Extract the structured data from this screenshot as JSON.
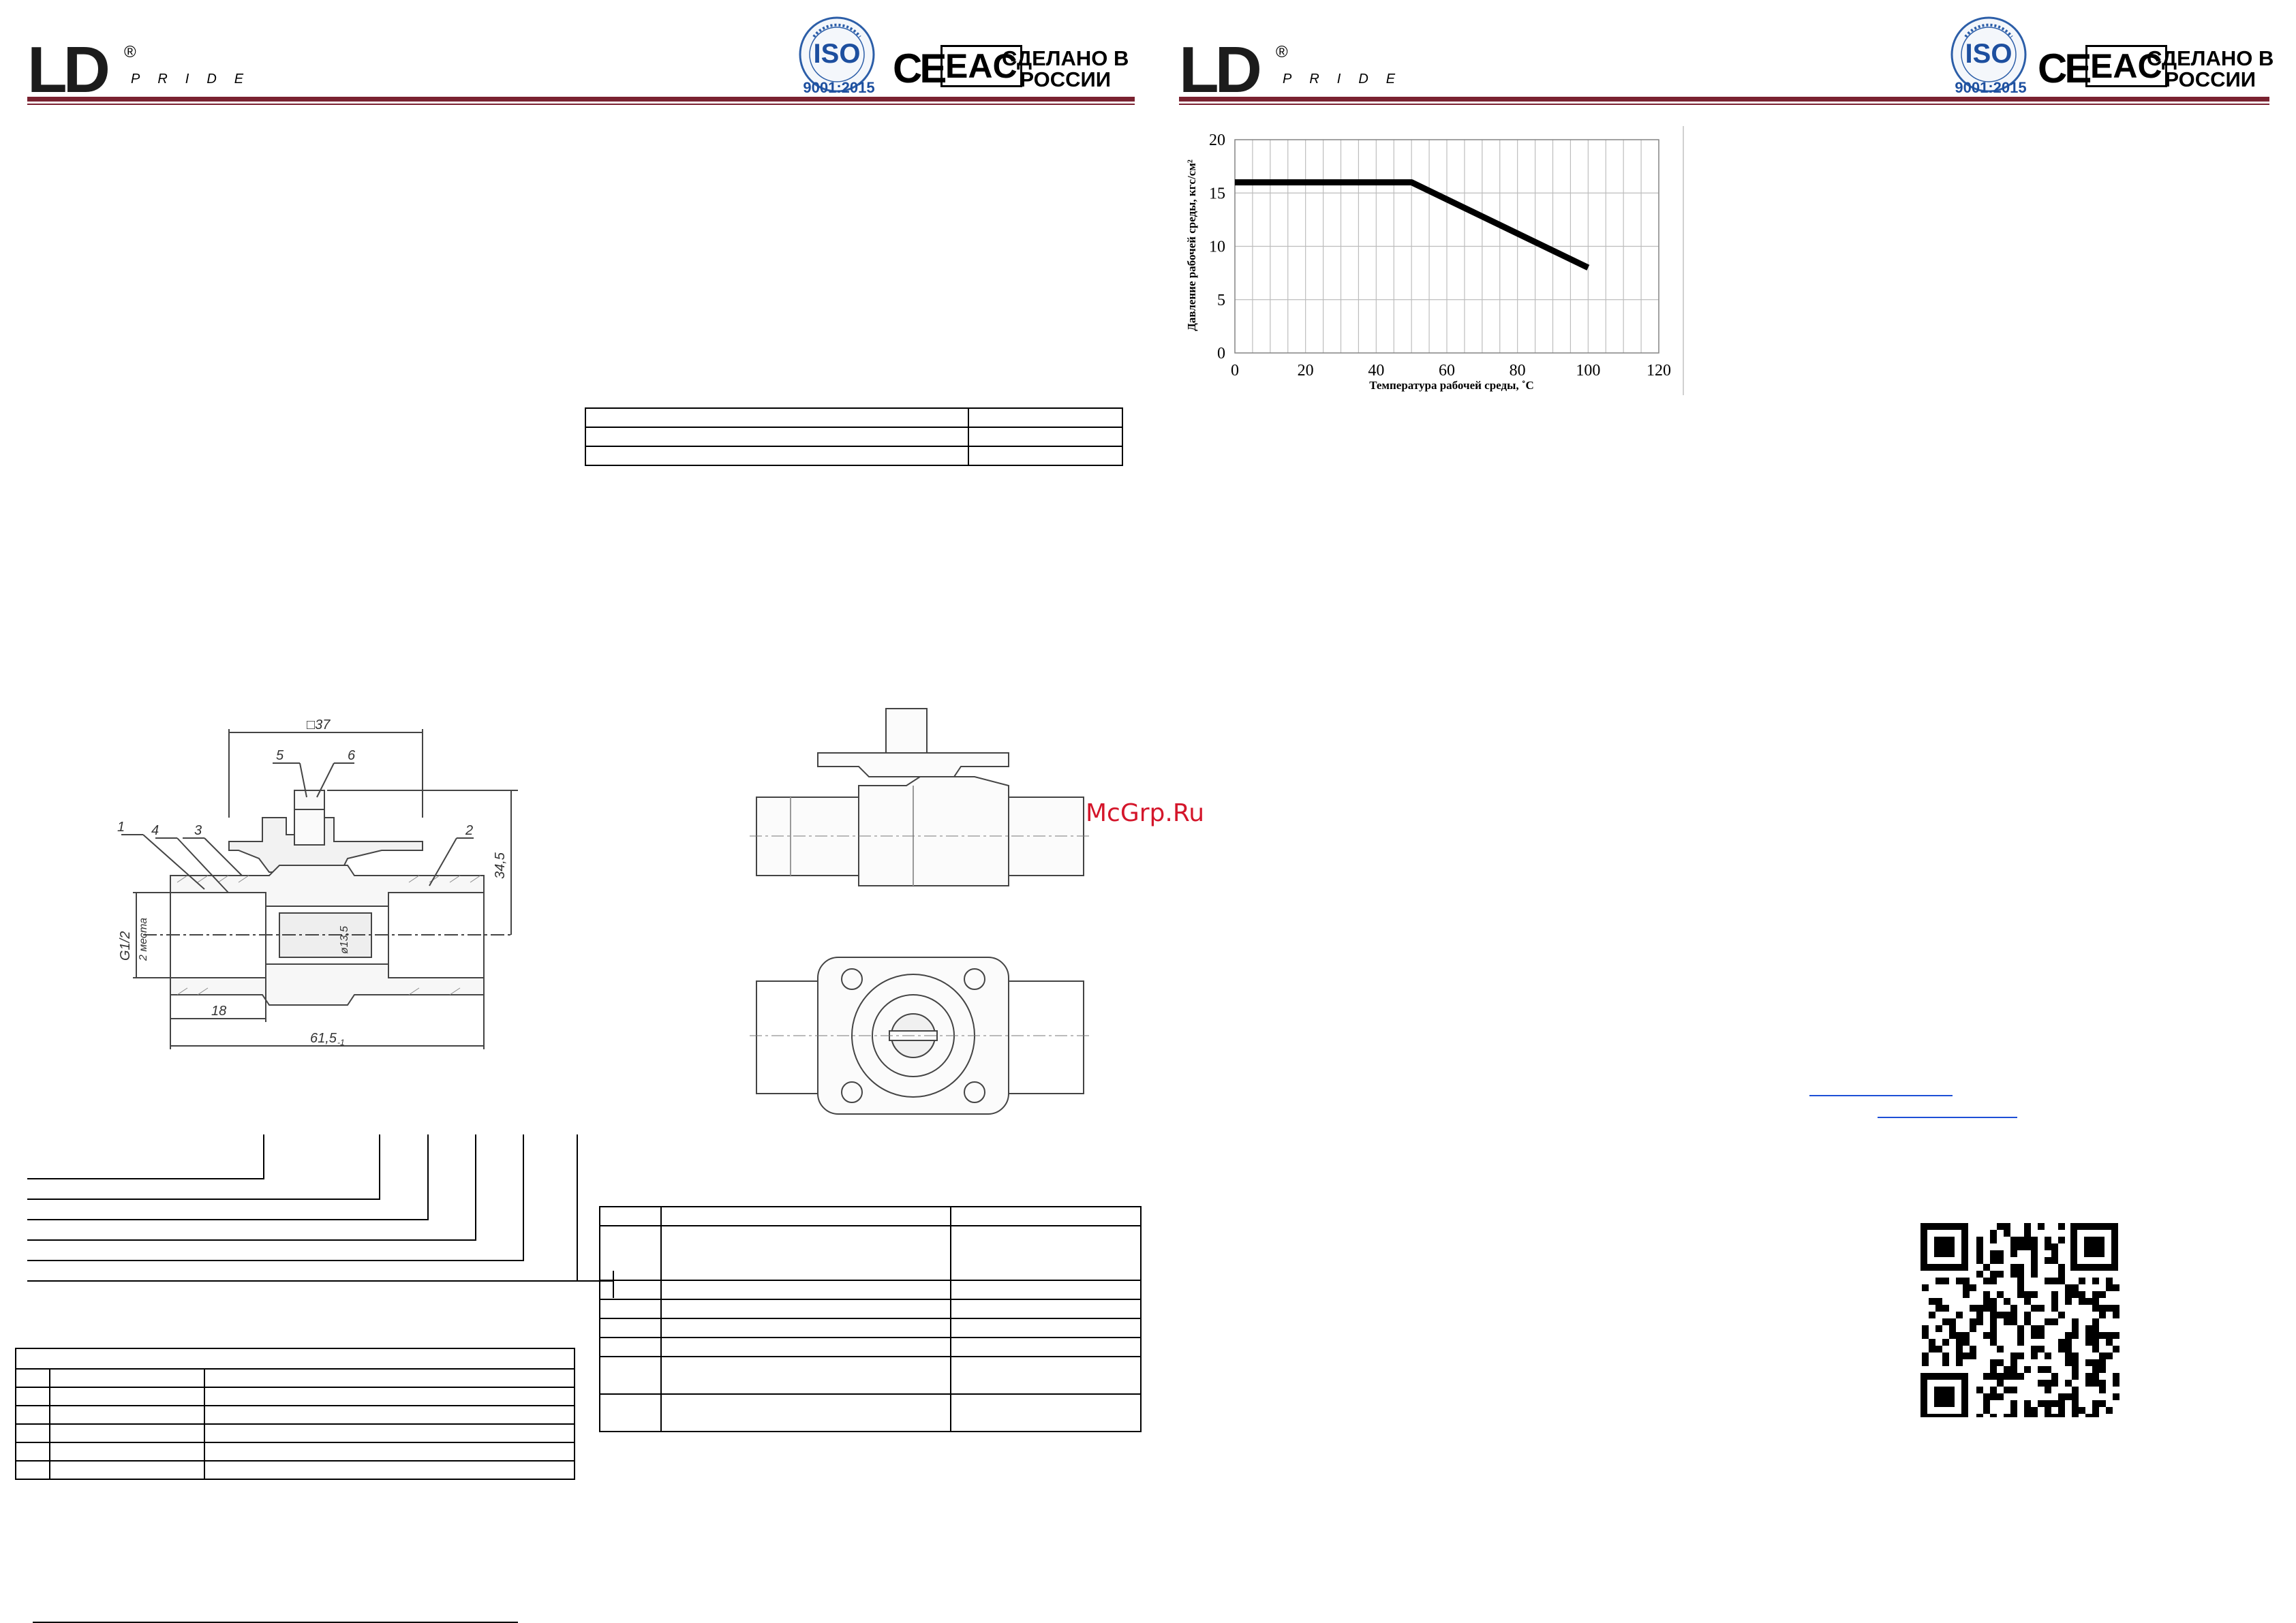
{
  "header_left": {
    "logo_text": "LD",
    "logo_reg": "®",
    "logo_sub": "PRIDE",
    "iso_label": "ISO",
    "iso_cert": "9001:2015",
    "ce": "CE",
    "eac": "EAC",
    "made_in": [
      "СДЕЛАНО В",
      "РОССИИ"
    ]
  },
  "header_right": {
    "logo_text": "LD",
    "logo_reg": "®",
    "logo_sub": "PRIDE",
    "iso_label": "ISO",
    "iso_cert": "9001:2015",
    "ce": "CE",
    "eac": "EAC",
    "made_in": [
      "СДЕЛАНО В",
      "РОССИИ"
    ]
  },
  "drawing": {
    "dim_square": "□37",
    "callouts": [
      "1",
      "4",
      "3",
      "5",
      "6",
      "2"
    ],
    "dim_height": "34,5",
    "dim_thread": "G1/2",
    "dim_thread_sub": "2 места",
    "dim_bore": "ø13,5",
    "dim_left": "18",
    "dim_length": "61,5",
    "dim_length_tol": "-1"
  },
  "watermark": "McGrp.Ru",
  "chart_data": {
    "type": "line",
    "x": [
      0,
      50,
      100
    ],
    "series": [
      {
        "values": [
          16,
          16,
          8
        ]
      }
    ],
    "xlabel": "Температура рабочей среды, ˚C",
    "ylabel": "Давление рабочей среды, кгс/см²",
    "xlim": [
      0,
      120
    ],
    "ylim": [
      0,
      20
    ],
    "xticks": [
      "0",
      "20",
      "40",
      "60",
      "80",
      "100",
      "120"
    ],
    "yticks": [
      "0",
      "5",
      "10",
      "15",
      "20"
    ],
    "grid": true
  }
}
